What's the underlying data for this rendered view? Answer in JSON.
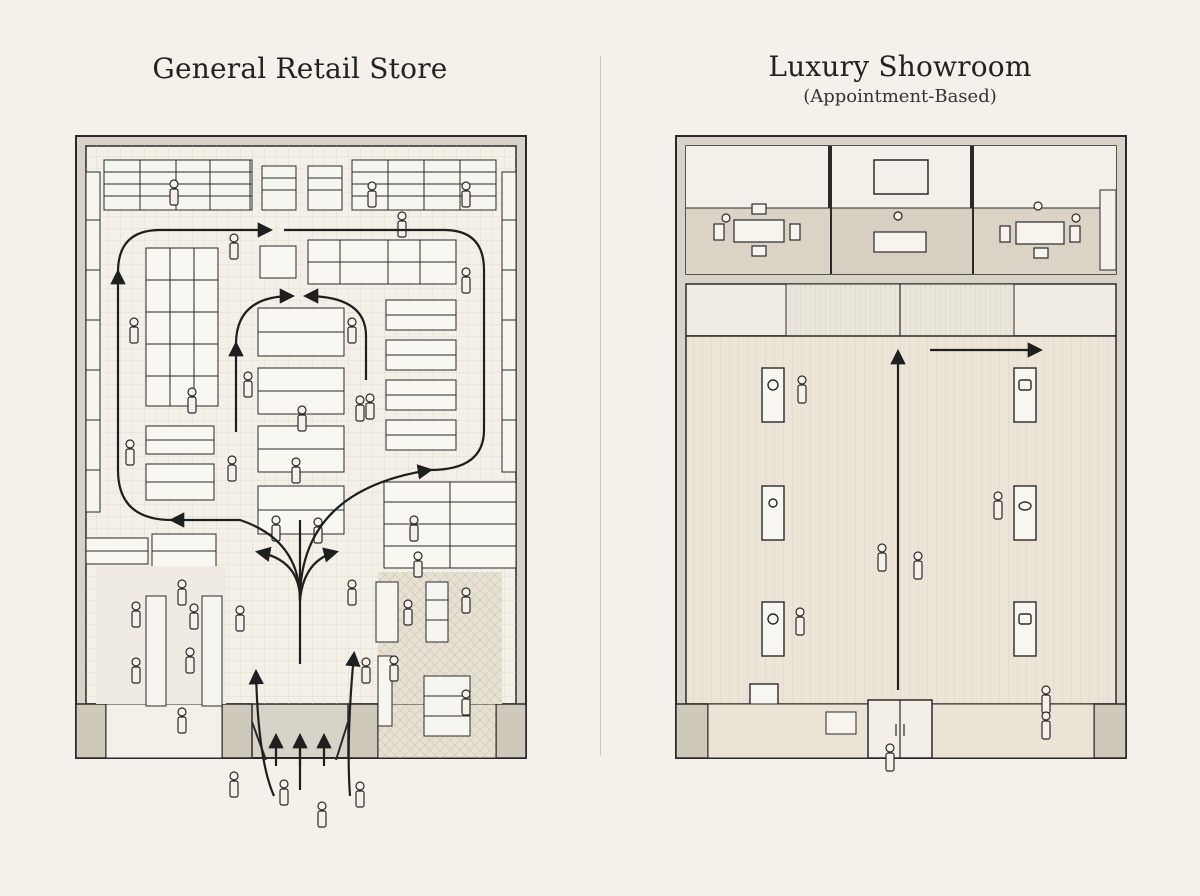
{
  "left_panel": {
    "title": "General Retail Store"
  },
  "right_panel": {
    "title": "Luxury Showroom",
    "subtitle": "(Appointment-Based)"
  },
  "colors": {
    "background": "#f4f1ea",
    "line": "#2a2a2a",
    "wall": "#d8d3c8",
    "floor_left": "#f1eee6",
    "floor_right": "#ebe4d6",
    "checker": "#e2dccf"
  }
}
